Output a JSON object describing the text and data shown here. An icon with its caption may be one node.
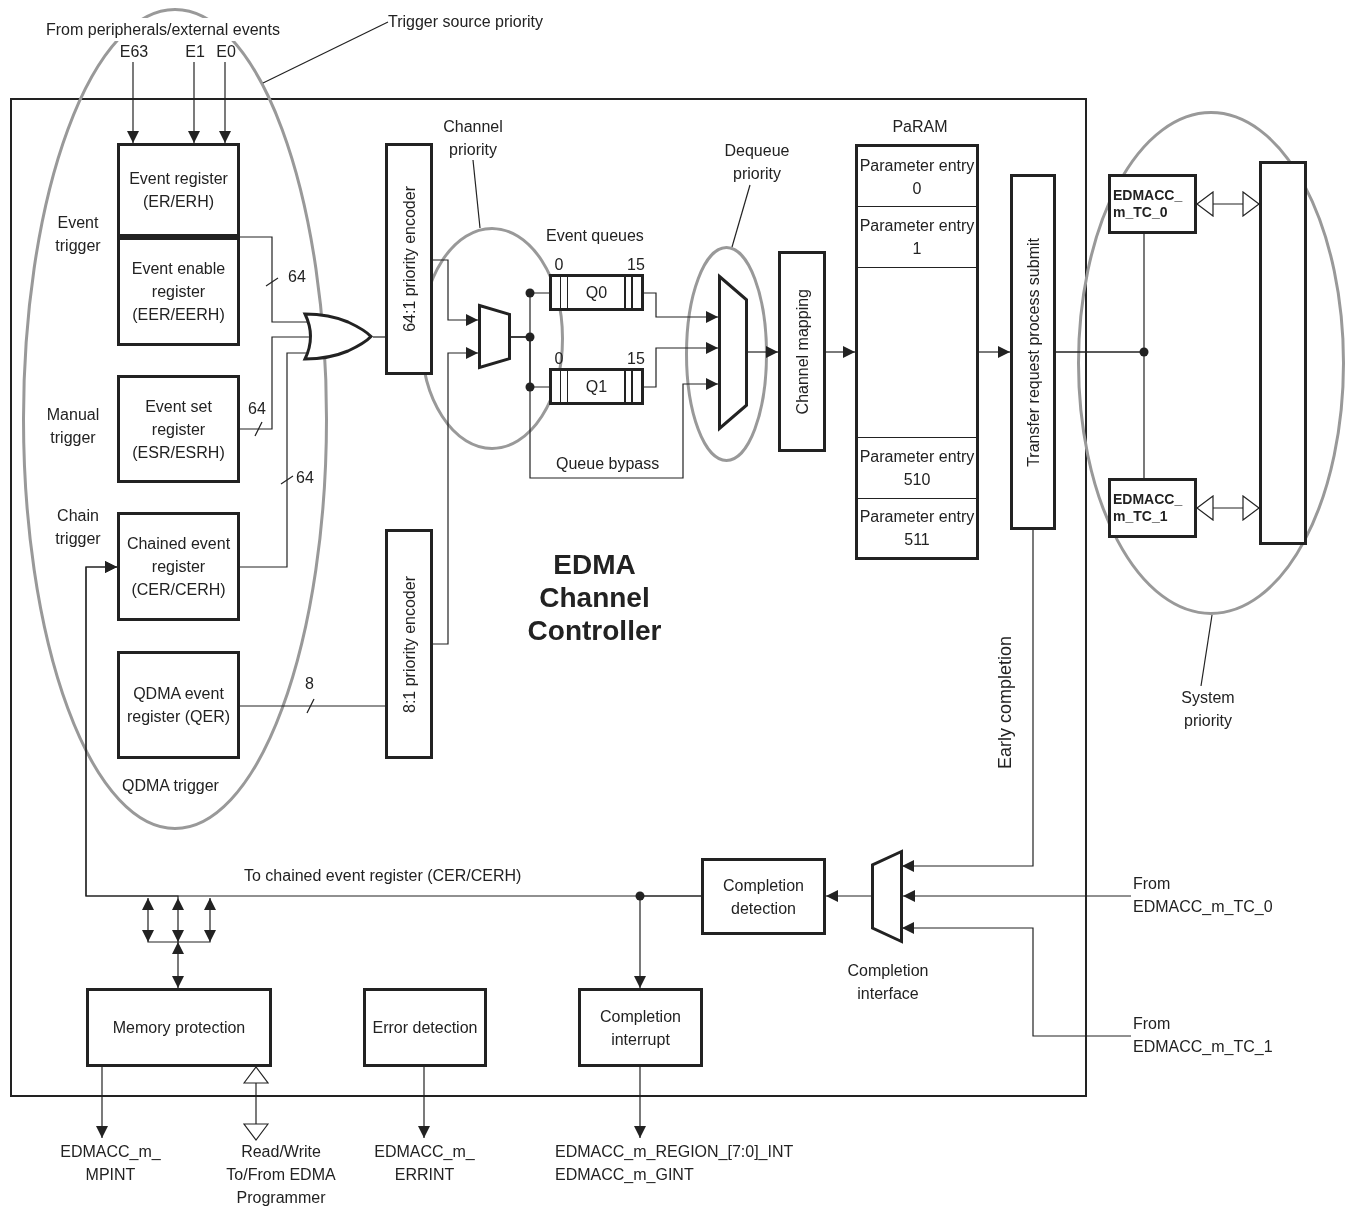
{
  "diagram": {
    "nodes": [
      {
        "text": [
          "EDMA Channel Controller"
        ]
      },
      {
        "text": [
          "E63"
        ],
        "in": 38
      },
      {
        "text": [
          "E1"
        ],
        "in": 38
      },
      {
        "text": [
          "E0"
        ],
        "in": 38
      },
      {
        "text": [
          "Event register (ER/ERH)"
        ],
        "in": 38
      },
      {
        "text": [
          "Event enable register (EER/EERH)"
        ],
        "in": 38
      },
      {
        "text": [
          "Event set register (ESR/ESRH)"
        ],
        "in": 38
      },
      {
        "text": [
          "Chained event register (CER/CERH)"
        ],
        "in": 38
      },
      {
        "text": [
          "QDMA event register (QER)"
        ],
        "in": 38
      },
      {
        "text": [],
        "shape": "gate",
        "in": 0
      },
      {
        "text": [
          "64:1 priority encoder"
        ],
        "in": 0
      },
      {
        "text": [
          "8:1 priority encoder"
        ],
        "in": 0
      },
      {
        "text": [],
        "shape": "trapezoid",
        "in": 40
      },
      {
        "text": [
          "Q0"
        ],
        "beside": [
          "0",
          "15"
        ],
        "in": 0
      },
      {
        "text": [
          "Q1"
        ],
        "beside": [
          "0",
          "15"
        ],
        "in": 0
      },
      {
        "text": [],
        "shape": "trapezoid",
        "in": 42
      },
      {
        "text": [
          "Channel mapping"
        ],
        "in": 0
      },
      {
        "text": [
          "PaRAM"
        ],
        "in": 0
      },
      {
        "text": [
          "Parameter entry 0"
        ],
        "in": 17
      },
      {
        "text": [
          "Parameter entry 1"
        ],
        "in": 17
      },
      {
        "text": [],
        "shape": "box",
        "in": 17
      },
      {
        "text": [
          "Parameter entry 510"
        ],
        "in": 17
      },
      {
        "text": [
          "Parameter entry 511"
        ],
        "in": 17
      },
      {
        "text": [
          "Transfer request process submit"
        ],
        "in": 0
      },
      {
        "text": [
          "EDMACC_m_TC_0"
        ],
        "in": 44
      },
      {
        "text": [
          "EDMACC_m_TC_1"
        ],
        "in": 44
      },
      {
        "text": [],
        "shape": "box",
        "in": 44
      },
      {
        "text": [],
        "shape": "trapezoid",
        "beside": [
          "Completion interface"
        ],
        "in": 0
      },
      {
        "text": [
          "Completion detection"
        ],
        "in": 0
      },
      {
        "text": [
          "Memory protection"
        ],
        "in": 0
      },
      {
        "text": [
          "Error detection"
        ],
        "in": 0
      },
      {
        "text": [
          "Completion interrupt"
        ],
        "in": 0
      },
      {
        "text": [
          "From EDMACC_m_TC_0"
        ]
      },
      {
        "text": [
          "From EDMACC_m_TC_1"
        ]
      },
      {
        "text": [
          "EDMACC_m_ MPINT"
        ]
      },
      {
        "text": [
          "Read/Write To/From EDMA Programmer"
        ]
      },
      {
        "text": [
          "EDMACC_m_ ERRINT"
        ]
      },
      {
        "text": [
          "EDMACC_m_REGION_[7:0]_INT",
          "EDMACC_m_GINT"
        ]
      },
      {
        "text": [],
        "shape": "ellipse"
      },
      {
        "text": [
          "Trigger source priority"
        ]
      },
      {
        "text": [],
        "shape": "ellipse",
        "in": 0
      },
      {
        "text": [
          "Channel priority"
        ],
        "in": 0
      },
      {
        "text": [],
        "shape": "ellipse",
        "in": 0
      },
      {
        "text": [
          "Dequeue priority"
        ],
        "in": 0
      },
      {
        "text": [],
        "shape": "ellipse"
      },
      {
        "text": [
          "System priority"
        ]
      }
    ],
    "edges": [
      {
        "from": 1,
        "to": 4,
        "arrow": "to"
      },
      {
        "from": 2,
        "to": 4,
        "arrow": "to"
      },
      {
        "from": 3,
        "to": 4,
        "arrow": "to"
      },
      {
        "from": 5,
        "to": 9,
        "arrow": "none",
        "label": "64"
      },
      {
        "from": 6,
        "to": 9,
        "arrow": "none",
        "label": "64"
      },
      {
        "from": 7,
        "to": 9,
        "arrow": "none",
        "label": "64"
      },
      {
        "from": 9,
        "to": 10,
        "arrow": "none"
      },
      {
        "from": 10,
        "to": 12,
        "arrow": "to"
      },
      {
        "from": 8,
        "to": 11,
        "arrow": "none",
        "label": "8"
      },
      {
        "from": 11,
        "to": 12,
        "arrow": "to"
      },
      {
        "from": 12,
        "to": 13,
        "arrow": "none"
      },
      {
        "from": 12,
        "to": 14,
        "arrow": "none"
      },
      {
        "from": 12,
        "to": 15,
        "arrow": "to",
        "label": "Queue bypass"
      },
      {
        "from": 13,
        "to": 15,
        "arrow": "to"
      },
      {
        "from": 14,
        "to": 15,
        "arrow": "to"
      },
      {
        "from": 15,
        "to": 16,
        "arrow": "to"
      },
      {
        "from": 16,
        "to": 17,
        "arrow": "to"
      },
      {
        "from": 17,
        "to": 23,
        "arrow": "to"
      },
      {
        "from": 23,
        "to": 24,
        "arrow": "none"
      },
      {
        "from": 23,
        "to": 25,
        "arrow": "none"
      },
      {
        "from": 24,
        "to": 26,
        "arrow": "both"
      },
      {
        "from": 25,
        "to": 26,
        "arrow": "both"
      },
      {
        "from": 23,
        "to": 27,
        "arrow": "to",
        "label": "Early completion"
      },
      {
        "from": 32,
        "to": 27,
        "arrow": "to"
      },
      {
        "from": 33,
        "to": 27,
        "arrow": "to"
      },
      {
        "from": 27,
        "to": 28,
        "arrow": "to"
      },
      {
        "from": 28,
        "to": 7,
        "arrow": "to",
        "label": "To chained event register (CER/CERH)"
      },
      {
        "from": 28,
        "to": 31,
        "arrow": "to"
      },
      {
        "from": 7,
        "to": 29,
        "arrow": "both"
      },
      {
        "from": 29,
        "to": 34,
        "arrow": "to"
      },
      {
        "from": 35,
        "to": 29,
        "arrow": "both"
      },
      {
        "from": 30,
        "to": 36,
        "arrow": "to"
      },
      {
        "from": 31,
        "to": 37,
        "arrow": "to"
      },
      {
        "from": 39,
        "to": 38,
        "arrow": "none"
      },
      {
        "from": 41,
        "to": 40,
        "arrow": "none"
      },
      {
        "from": 43,
        "to": 42,
        "arrow": "none"
      },
      {
        "from": 45,
        "to": 44,
        "arrow": "none"
      }
    ],
    "labels": [
      "From peripherals/external events",
      "Event trigger",
      "Manual trigger",
      "Chain trigger",
      "QDMA trigger",
      "Event queues"
    ]
  }
}
